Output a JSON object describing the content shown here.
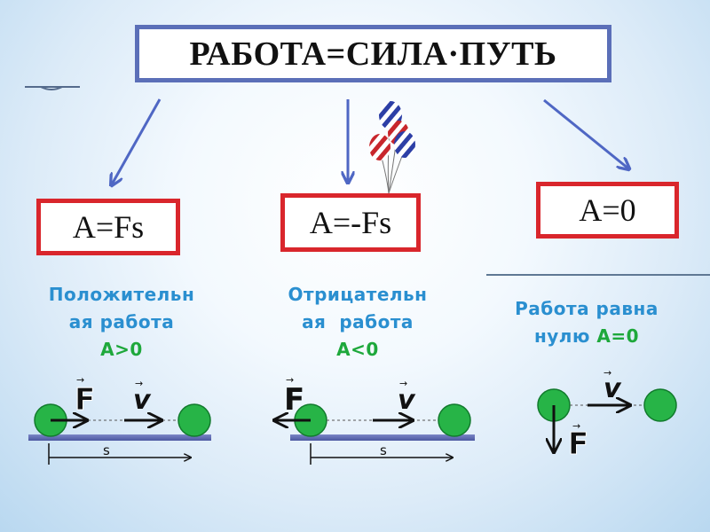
{
  "title": "РАБОТА=СИЛА·ПУТЬ",
  "formulas": {
    "positive": "A=Fs",
    "negative": "A=-Fs",
    "zero": "A=0"
  },
  "descriptions": {
    "positive": {
      "line1": "Положительн",
      "line2": "ая работа",
      "line3": "А>0"
    },
    "negative": {
      "line1": "Отрицательн",
      "line2": "ая  работа",
      "line3": "А<0"
    },
    "zero": {
      "line1": "Работа равна",
      "line2_text": "нулю ",
      "line2_value": "А=0"
    }
  },
  "diagram_labels": {
    "force": "F",
    "velocity": "v",
    "distance": "s",
    "vector_mark": "→"
  },
  "colors": {
    "title_border": "#5b6fb8",
    "formula_border": "#d9262c",
    "text_blue": "#2a8fd0",
    "text_green": "#1ea83b",
    "ball": "#27b447",
    "arrow": "#4f67c4"
  }
}
